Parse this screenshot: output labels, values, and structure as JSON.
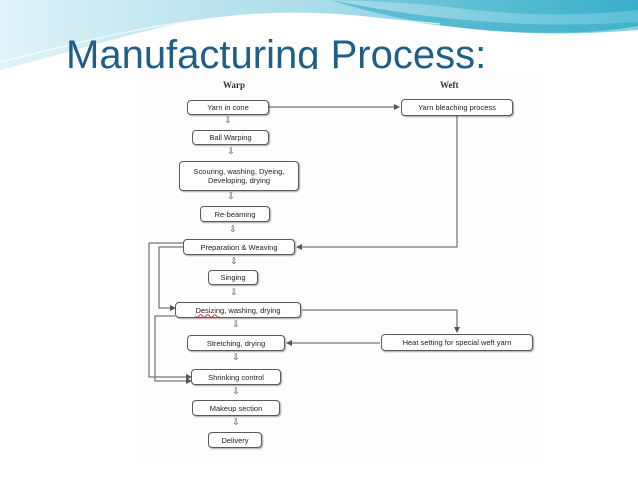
{
  "slide": {
    "title": "Manufacturing Process:"
  },
  "diagram": {
    "column_warp": "Warp",
    "column_weft": "Weft",
    "steps": {
      "yarn_in_cone": "Yarn in cone",
      "ball_warping": "Ball Warping",
      "scouring_line1": "Scouring, washing, Dyeing,",
      "scouring_line2": "Developing, drying",
      "re_beaming": "Re-beaming",
      "preparation_weaving": "Preparation & Weaving",
      "singing": "Singing",
      "desizing_word": "Desizing",
      "desizing_rest": ", washing, drying",
      "stretching": "Stretching, drying",
      "shrinking": "Shrinking control",
      "makeup": "Makeup section",
      "delivery": "Delivery",
      "yarn_bleaching": "Yarn bleaching process",
      "heat_setting": "Heat setting for special weft yarn"
    },
    "down_arrow_glyph": "⇩"
  },
  "colors": {
    "title": "#1f5f86",
    "banner_teal": "#3ab3c9",
    "banner_light": "#bfe6ef",
    "box_border": "#5a5a5a",
    "arrow": "#555555"
  }
}
